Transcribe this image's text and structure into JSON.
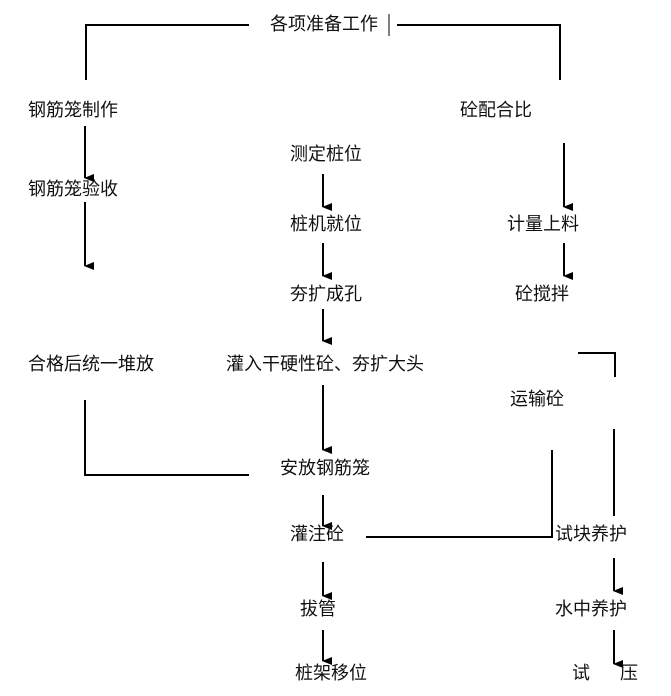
{
  "title": "各项准备工作",
  "left": [
    "钢筋笼制作",
    "钢筋笼验收",
    "合格后统一堆放"
  ],
  "center": [
    "测定桩位",
    "桩机就位",
    "夯扩成孔",
    "灌入干硬性砼、夯扩大头",
    "安放钢筋笼",
    "灌注砼",
    "拔管",
    "桩架移位"
  ],
  "right": [
    "砼配合比",
    "计量上料",
    "砼搅拌",
    "运输砼",
    "试块养护",
    "水中养护"
  ],
  "final_test": [
    "试",
    "压"
  ]
}
